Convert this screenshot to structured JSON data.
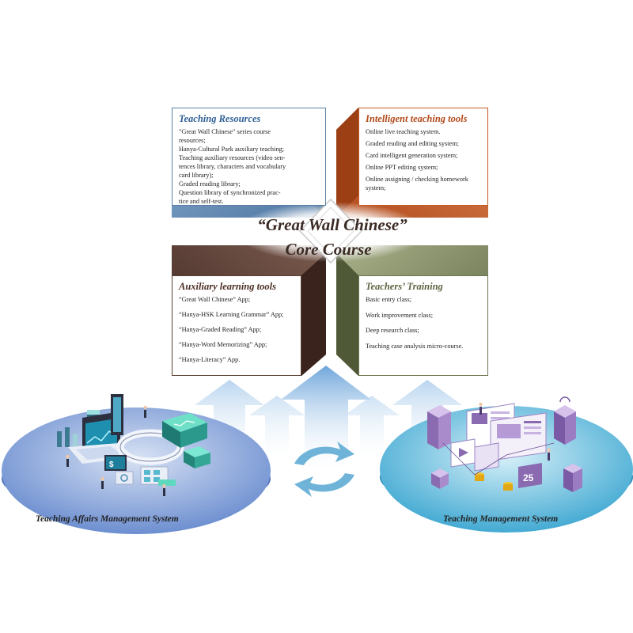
{
  "center_title": {
    "line1": "“Great Wall Chinese”",
    "line2": "Core Course"
  },
  "panels": {
    "teaching_resources": {
      "title": "Teaching Resources",
      "items": [
        "\"Great Wall Chinese\" series course",
        "resources;",
        " Hanya-Cultural Park auxiliary teaching;",
        "Teaching auxiliary resources (video sen-",
        "tences library, characters and vocabulary",
        "card library);",
        "Graded reading library;",
        "Question library of synchronized prac-",
        "tice and self-test."
      ]
    },
    "intelligent_tools": {
      "title": "Intelligent teaching tools",
      "items": [
        "Online live teaching system.",
        "Graded reading and editing system;",
        "Card intelligent generation system;",
        "Online PPT editing system;",
        "Online assigning / checking homework",
        "system;"
      ]
    },
    "auxiliary_tools": {
      "title": "Auxiliary learning tools",
      "items": [
        "“Great Wall Chinese” App;",
        "“Hanya-HSK Learning Grammar” App;",
        "“Hanya-Graded Reading” App;",
        "“Hanya-Word Memorizing” App;",
        "“Hanya-Literacy” App."
      ]
    },
    "teachers_training": {
      "title": "Teachers’ Training",
      "items": [
        "Basic entry class;",
        "Work improvement class;",
        "Deep research class;",
        "Teaching case analysis micro-course."
      ]
    }
  },
  "captions": {
    "left": "Teaching Affairs Management System",
    "right": "Teaching Management System"
  },
  "illustration": {
    "right_badge": "25"
  },
  "colors": {
    "resources_blue": "#4f79a3",
    "tools_orange": "#c0582a",
    "auxiliary_brown": "#5a3d33",
    "training_olive": "#6f7b52",
    "left_platform": "#6f93d4",
    "right_platform": "#4fb3d8",
    "arrow_blue": "#7fb3e0"
  }
}
